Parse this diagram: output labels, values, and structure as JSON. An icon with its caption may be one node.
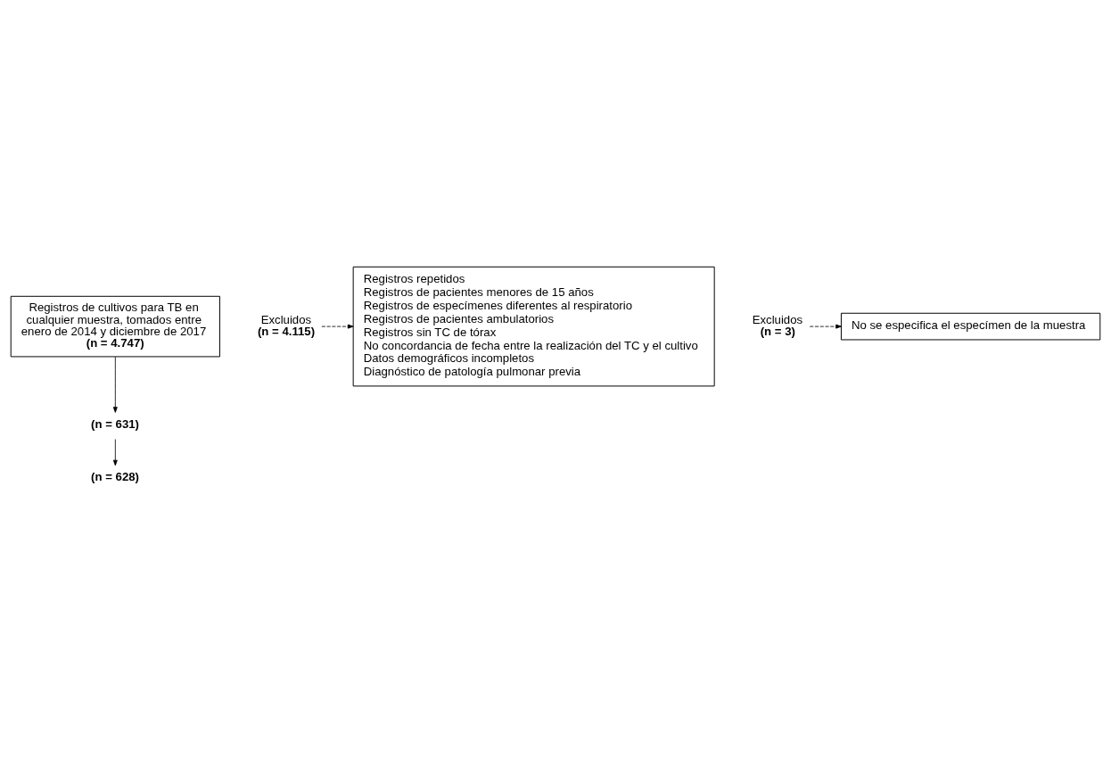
{
  "diagram": {
    "nodes": [
      {
        "text": [
          "Registros de cultivos para TB en cualquier muestra, tomados entre enero de 2014 y diciembre de 2017",
          "(n = 4.747)"
        ]
      },
      {
        "text": [
          "Excluidos",
          "(n = 4.115)"
        ]
      },
      {
        "text": [
          "Registros repetidos",
          "Registros de pacientes menores de 15 años",
          "Registros de especímenes diferentes al respiratorio",
          "Registros de pacientes ambulatorios",
          "Registros sin TC de tórax",
          "No concordancia de fecha entre la realización del TC y el cultivo",
          "Datos demográficos incompletos",
          "Diagnóstico de patología pulmonar previa"
        ]
      },
      {
        "text": [
          "(n = 631)"
        ]
      },
      {
        "text": [
          "Excluidos",
          "(n = 3)"
        ]
      },
      {
        "text": [
          "No se especifica el especímen de la muestra"
        ]
      },
      {
        "text": [
          "(n = 628)"
        ]
      }
    ],
    "edges": [
      {
        "from": 0,
        "to": 3,
        "arrow": "to"
      },
      {
        "from": 1,
        "to": 2,
        "arrow": "to",
        "style": "dashed"
      },
      {
        "from": 3,
        "to": 6,
        "arrow": "to"
      },
      {
        "from": 4,
        "to": 5,
        "arrow": "to",
        "style": "dashed"
      }
    ]
  }
}
